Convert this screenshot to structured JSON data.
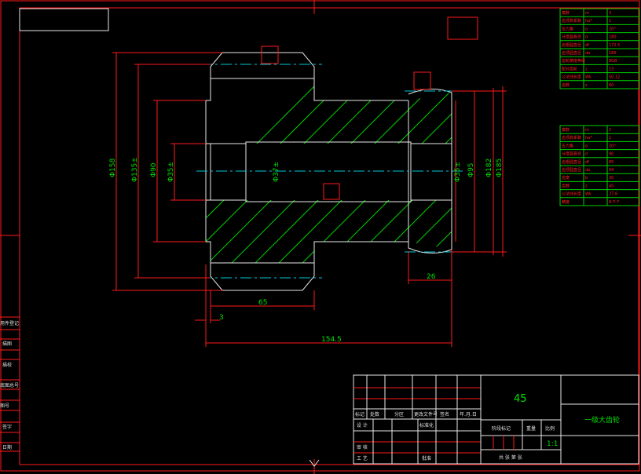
{
  "drawing": {
    "title": "一级大齿轮",
    "material": "45",
    "scale": "1:1"
  },
  "dimensions": {
    "d158": "Φ158",
    "d135": "Φ135±",
    "d90": "Φ90",
    "d35_left": "Φ35±",
    "d37": "Φ37±",
    "d35_right": "Φ35±",
    "d95": "Φ95",
    "d182": "Φ182",
    "d185": "Φ185",
    "len65": "65",
    "len3": "3",
    "len154": "154.5",
    "len26": "26"
  },
  "param_table_1": [
    [
      "模数",
      "m",
      "3"
    ],
    [
      "齿顶高系数",
      "ha*",
      "1"
    ],
    [
      "压力角",
      "α",
      "20°"
    ],
    [
      "分度圆直径",
      "d",
      "180"
    ],
    [
      "齿根圆直径",
      "df",
      "172.5"
    ],
    [
      "齿顶圆直径",
      "da",
      "186"
    ],
    [
      "齿轮精度等级",
      "",
      "8GB"
    ],
    [
      "配对齿轮",
      "z",
      "23"
    ],
    [
      "公法线长度",
      "Wk",
      "50.12"
    ],
    [
      "齿数",
      "z",
      "60"
    ]
  ],
  "param_table_2": [
    [
      "模数",
      "m",
      "2"
    ],
    [
      "齿顶高系数",
      "ha*",
      "1"
    ],
    [
      "压力角",
      "α",
      "20°"
    ],
    [
      "分度圆直径",
      "d",
      "90"
    ],
    [
      "齿根圆直径",
      "df",
      "85"
    ],
    [
      "齿顶圆直径",
      "da",
      "94"
    ],
    [
      "齿宽",
      "b",
      "30"
    ],
    [
      "齿数",
      "z",
      "45"
    ],
    [
      "公法线长度",
      "Wk",
      "27.6"
    ],
    [
      "精度",
      "",
      "8-7-7"
    ]
  ],
  "title_block": {
    "mark": "标记",
    "count": "处数",
    "zone": "分区",
    "change_doc": "更改文件号",
    "sign": "签名",
    "date": "年.月.日",
    "design": "设 计",
    "standard": "标准化",
    "stage_mark": "阶段标记",
    "weight": "重量",
    "scale_label": "比例",
    "review": "审 核",
    "process": "工 艺",
    "approve": "批准",
    "sheets": "共  张  第  张"
  },
  "side_labels": [
    "用件登记",
    "描图",
    "描校",
    "底图总号",
    "图号",
    "签字",
    "日期"
  ]
}
